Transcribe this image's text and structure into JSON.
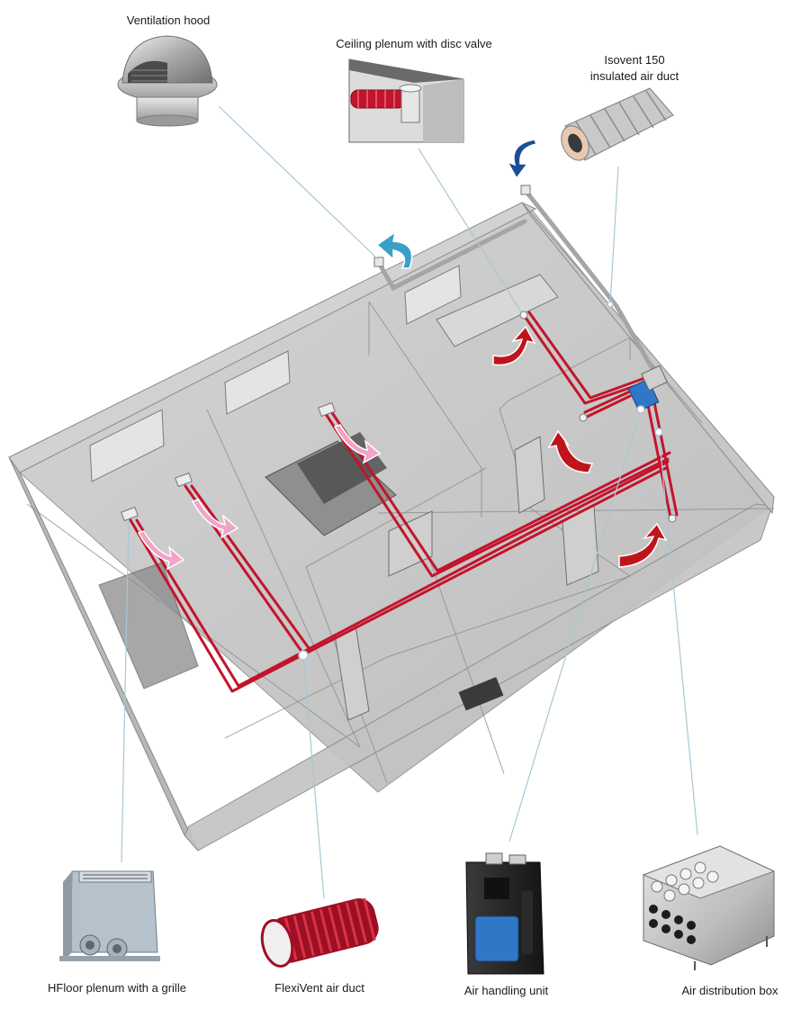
{
  "labels": {
    "ventilation_hood": "Ventilation hood",
    "ceiling_plenum": "Ceiling plenum with disc valve",
    "isovent_line1": "Isovent 150",
    "isovent_line2": "insulated air duct",
    "hfloor_plenum": "HFloor plenum with a grille",
    "flexivent_duct": "FlexiVent air duct",
    "air_handling_unit": "Air handling unit",
    "air_distribution_box": "Air distribution box"
  },
  "icons": {
    "exhaust_arrow": "curved-arrow-teal",
    "intake_arrow": "curved-arrow-dark-blue",
    "extract_arrows": "curved-arrow-red",
    "supply_arrows": "curved-arrow-pink"
  },
  "colors": {
    "duct_red": "#c3142c",
    "supply_pink": "#f2a3c6",
    "extract_red": "#c0141c",
    "exhaust_teal": "#3aa0c8",
    "intake_blue": "#1d4e96",
    "ahu_blue": "#2f78c8",
    "leader_line": "#a9c7d6"
  }
}
